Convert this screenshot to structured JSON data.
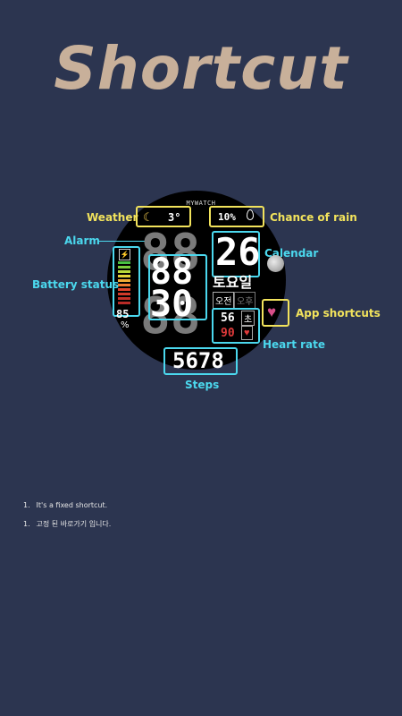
{
  "title": "Shortcut",
  "watch": {
    "brand": "MYWATCH",
    "weather_temp": "3°",
    "rain_chance": "10%",
    "date_day": "26",
    "weekday": "토요일",
    "am_label": "오전",
    "pm_label": "오후",
    "hour": "88",
    "minute": "30",
    "battery_percent": "85",
    "battery_unit": "%",
    "heart_rate": "56",
    "heart_unit": "초",
    "heart_rate_alt": "90",
    "steps": "5678"
  },
  "labels": {
    "weather": "Weather",
    "chance_of_rain": "Chance of rain",
    "alarm": "Alarm",
    "calendar": "Calendar",
    "battery_status": "Battery status",
    "app_shortcuts": "App shortcuts",
    "heart_rate": "Heart rate",
    "steps": "Steps"
  },
  "notes": [
    {
      "num": "1.",
      "text": "It's a fixed shortcut."
    },
    {
      "num": "1.",
      "text": "고정 된 바로가기 입니다."
    }
  ],
  "colors": {
    "background": "#2c3550",
    "title": "#c8b09a",
    "yellow_highlight": "#f2e35c",
    "cyan_highlight": "#4bd8ee"
  }
}
